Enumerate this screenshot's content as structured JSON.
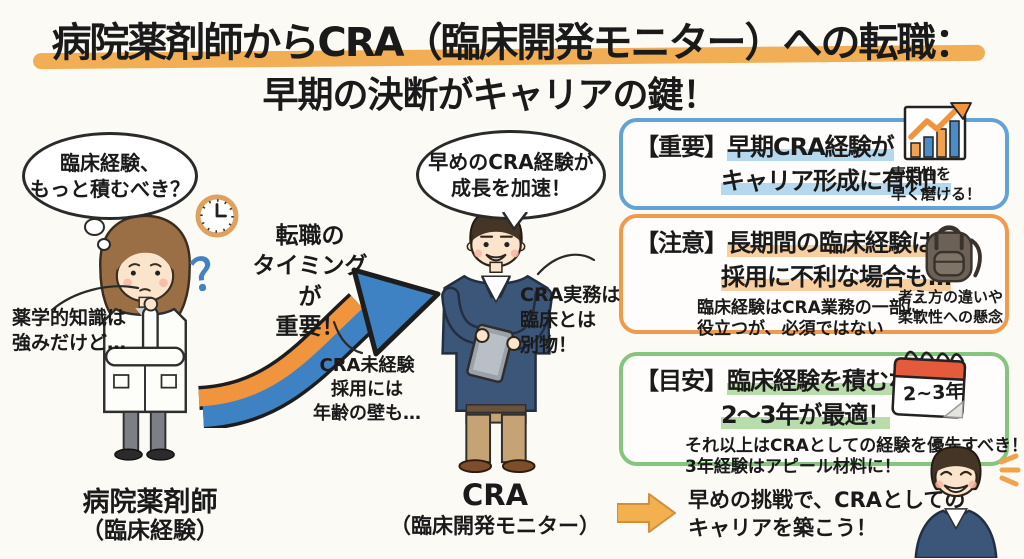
{
  "title": {
    "line1": "病院薬剤師からCRA（臨床開発モニター）への転職：",
    "line2": "早期の決断がキャリアの鍵！"
  },
  "pharmacist": {
    "thought": [
      "臨床経験、",
      "もっと積むべき？"
    ],
    "question_mark": "？",
    "note": [
      "薬学的知識は",
      "強みだけど…"
    ],
    "label": "病院薬剤師",
    "sublabel": "（臨床経験）"
  },
  "transition": {
    "timing": [
      "転職の",
      "タイミングが",
      "重要！"
    ],
    "barrier": [
      "CRA未経験",
      "採用には",
      "年齢の壁も…"
    ]
  },
  "cra": {
    "speech": [
      "早めのCRA経験が",
      "成長を加速！"
    ],
    "note": [
      "CRA実務は",
      "臨床とは",
      "別物！"
    ],
    "label": "CRA",
    "sublabel": "（臨床開発モニター）"
  },
  "panels": [
    {
      "tag": "【重要】",
      "heading": [
        "早期CRA経験が",
        "キャリア形成に有利！"
      ],
      "icon": "bar-chart-icon",
      "icon_caption": [
        "専門性を",
        "早く磨ける！"
      ]
    },
    {
      "tag": "【注意】",
      "heading": [
        "長期間の臨床経験は",
        "採用に不利な場合も…"
      ],
      "sub": [
        "臨床経験はCRA業務の一部に",
        "役立つが、必須ではない"
      ],
      "icon": "backpack-icon",
      "icon_caption": [
        "考え方の違いや",
        "柔軟性への懸念"
      ]
    },
    {
      "tag": "【目安】",
      "heading": [
        "臨床経験を積むなら",
        "2〜3年が最適！"
      ],
      "sub": [
        "それ以上はCRAとしての経験を優先すべき！",
        "3年経験はアピール材料に！"
      ],
      "icon": "calendar-icon",
      "calendar_label": "2~3年"
    }
  ],
  "conclusion": {
    "lines": [
      "早めの挑戦で、CRAとしての",
      "キャリアを築こう！"
    ]
  },
  "icons": {
    "clock-icon": "clock at 3:00",
    "question-mark-icon": "？",
    "thought-bubble": "ellipse cloud",
    "speech-bubble": "ellipse",
    "growth-arrow-icon": "curved arrow up-right",
    "bar-chart-icon": "rising bars with arrow",
    "backpack-icon": "backpack",
    "calendar-icon": "spiral calendar",
    "forward-arrow-icon": "block arrow right",
    "sparkle-emphasis-icon": "radiating dashes"
  },
  "colors": {
    "background": "#fbfaf5",
    "title_highlight": "#f2ae55",
    "panel_important_border": "#63a2d6",
    "panel_important_highlight": "#b5d8ef",
    "panel_caution_border": "#f09a4d",
    "panel_caution_highlight": "#f7cfa0",
    "panel_guide_border": "#85c57e",
    "panel_guide_highlight": "#b9dcab",
    "arrow_blue": "#3e82c4",
    "arrow_orange": "#f0953e",
    "question_blue": "#4381c4",
    "calendar_red": "#e55a3a",
    "conclusion_arrow": "#f2b04e"
  }
}
